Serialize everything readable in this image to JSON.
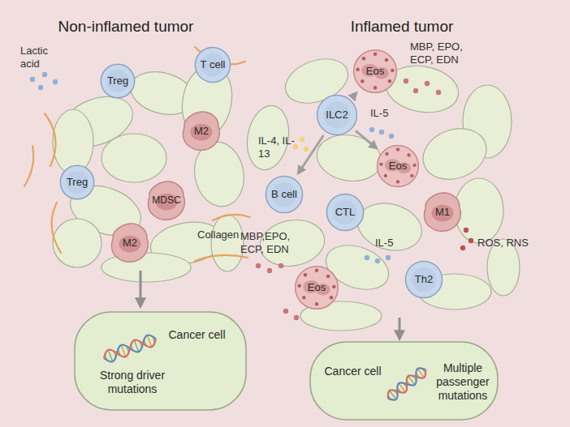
{
  "diagram": {
    "nodes": [
      {
        "text": [
          "Treg"
        ]
      },
      {
        "text": [
          "T cell"
        ]
      },
      {
        "text": [
          "M2"
        ]
      },
      {
        "text": [
          "Treg"
        ]
      },
      {
        "text": [
          "MDSC"
        ]
      },
      {
        "text": [
          "M2"
        ]
      },
      {
        "text": [
          "Cancer cell",
          "Strong driver mutations"
        ]
      },
      {
        "text": [
          "Eos"
        ]
      },
      {
        "text": [
          "ILC2"
        ]
      },
      {
        "text": [
          "Eos"
        ]
      },
      {
        "text": [
          "B cell"
        ]
      },
      {
        "text": [
          "CTL"
        ]
      },
      {
        "text": [
          "M1"
        ]
      },
      {
        "text": [
          "Th2"
        ]
      },
      {
        "text": [
          "Eos"
        ]
      },
      {
        "text": [
          "Cancer cell",
          "Multiple passenger mutations"
        ]
      }
    ],
    "edges": [
      {
        "from": 8,
        "to": 7,
        "arrow": "to"
      },
      {
        "from": 8,
        "to": 9,
        "arrow": "to"
      },
      {
        "from": 8,
        "to": 10,
        "arrow": "to"
      }
    ],
    "labels": [
      "Non-inflamed tumor",
      "Inflamed tumor",
      "Lactic acid",
      "Collagen",
      "MBP, EPO, ECP, EDN",
      "IL-5",
      "IL-4, IL-13",
      "MBP,EPO, ECP, EDN",
      "IL-5",
      "ROS, RNS"
    ]
  }
}
